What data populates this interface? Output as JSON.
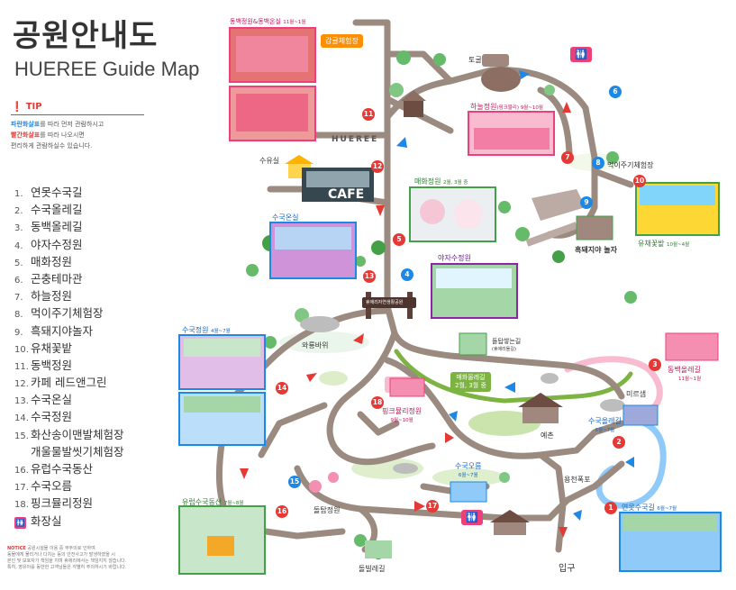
{
  "header": {
    "title": "공원안내도",
    "subtitle": "HUEREE Guide Map"
  },
  "tip": {
    "label": "TIP",
    "line1_hl": "파란화살표",
    "line1_rest": "를 따라 먼저 관람하시고",
    "line2_hl": "빨간화살표",
    "line2_rest": "를 따라 나오시면",
    "line3": "편리하게 관람하실수 있습니다."
  },
  "legend": [
    {
      "num": "1.",
      "label": "연못수국길"
    },
    {
      "num": "2.",
      "label": "수국올레길"
    },
    {
      "num": "3.",
      "label": "동백올레길"
    },
    {
      "num": "4.",
      "label": "야자수정원"
    },
    {
      "num": "5.",
      "label": "매화정원"
    },
    {
      "num": "6.",
      "label": "곤충테마관"
    },
    {
      "num": "7.",
      "label": "하늘정원"
    },
    {
      "num": "8.",
      "label": "먹이주기체험장"
    },
    {
      "num": "9.",
      "label": "흑돼지야놀자"
    },
    {
      "num": "10.",
      "label": "유채꽃밭"
    },
    {
      "num": "11.",
      "label": "동백정원"
    },
    {
      "num": "12.",
      "label": "카페 레드앤그린"
    },
    {
      "num": "13.",
      "label": "수국온실"
    },
    {
      "num": "14.",
      "label": "수국정원"
    },
    {
      "num": "15.",
      "label": "화산송이맨발체험장"
    },
    {
      "num": "",
      "label": "개울물발씻기체험장"
    },
    {
      "num": "16.",
      "label": "유럽수국동산"
    },
    {
      "num": "17.",
      "label": "수국오름"
    },
    {
      "num": "18.",
      "label": "핑크뮬리정원"
    },
    {
      "num": "",
      "label": "화장실"
    }
  ],
  "notice": {
    "label": "NOTICE",
    "line1": "공원시설물 이용 중 부주의로 인하여",
    "line2": "동물에게 물리거나 다치는 등의 안전사고가 발생하였을 시",
    "line3": "본인 및 보호자가 책임을 지며 휴애리에서는 책임지지 않습니다.",
    "line4": "특히, 영유아를 동반한 고객님들은 각별히 주의하시기 바랍니다."
  },
  "map": {
    "labels": {
      "camellia_garden": "동백정원&동백온실",
      "camellia_garden_months": "11월~1월",
      "tangerine": "감귤체험장",
      "togul": "토굴",
      "sky_garden": "하늘정원",
      "sky_garden_sub": "(핑크뮬리) 9월~10월",
      "feeding": "먹이주기체험장",
      "rapeseed": "유채꽃밭",
      "rapeseed_months": "10월~4월",
      "suyoul": "수유실",
      "hueree_sign": "HUEREE",
      "cafe": "CAFE",
      "plum": "매화정원",
      "plum_months": "2월, 3월 중",
      "pig_play": "흑돼지야놀자",
      "greenhouse": "수국온실",
      "palm": "야자수정원",
      "gate_sign": "휴애리자연생활공원",
      "wabeul": "와룡바위",
      "stonetower": "돌탑쌓는길",
      "stonetower_sub": "(휴애리돌길)",
      "camellia_olle": "동백올레길",
      "camellia_olle_months": "11월~1월",
      "mireusaem": "미르샘",
      "hydrangea_garden": "수국정원",
      "hydrangea_garden_months": "4월~7월",
      "plum_olle": "매화올레길",
      "plum_olle_months": "2월, 3월 중",
      "pinkmuhly": "핑크뮬리정원",
      "pinkmuhly_months": "9월~10월",
      "yechon": "예촌",
      "hydrangea_olle": "수국올레길",
      "hydrangea_olle_months": "6월~7월",
      "yongcheon": "용천폭포",
      "hydrangea_oreum": "수국오름",
      "hydrangea_oreum_months": "6월~7월",
      "europe": "유럽수국동산",
      "europe_months": "7월~8월",
      "doljeongwon": "돌탑정원",
      "dolbalegil": "돌빌레길",
      "entrance": "입구",
      "pond": "연못수국길",
      "pond_months": "6월~7월",
      "pig_sign": "흑돼지야 놀자"
    },
    "badges": [
      "1",
      "2",
      "3",
      "4",
      "5",
      "6",
      "7",
      "8",
      "9",
      "10",
      "11",
      "12",
      "13",
      "14",
      "15",
      "16",
      "17",
      "18"
    ]
  },
  "colors": {
    "red": "#e53935",
    "blue": "#1e88e5",
    "green": "#7cb342",
    "road": "#9b8a80",
    "path": "#8b7d74",
    "pink": "#ec407a",
    "purple": "#8e24aa"
  }
}
